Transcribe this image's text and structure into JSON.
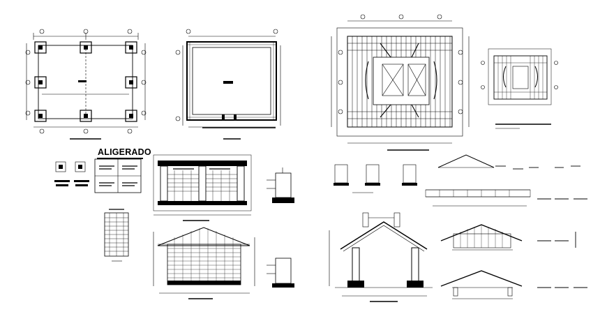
{
  "sheet": {
    "aligerado_title": "ALIGERADO",
    "line_color": "#000000",
    "background": "#ffffff"
  },
  "views": [
    {
      "name": "foundation-plan",
      "kind": "plan"
    },
    {
      "name": "wall-plan",
      "kind": "plan"
    },
    {
      "name": "roof-framing-plan",
      "kind": "plan"
    },
    {
      "name": "roof-detail-plan",
      "kind": "plan"
    },
    {
      "name": "aligerado-slab-details",
      "kind": "detail"
    },
    {
      "name": "cross-section",
      "kind": "section"
    },
    {
      "name": "front-elevation",
      "kind": "elevation"
    },
    {
      "name": "roof-section-large",
      "kind": "section"
    },
    {
      "name": "truss-elevations",
      "kind": "elevation"
    },
    {
      "name": "connection-details",
      "kind": "detail"
    }
  ]
}
